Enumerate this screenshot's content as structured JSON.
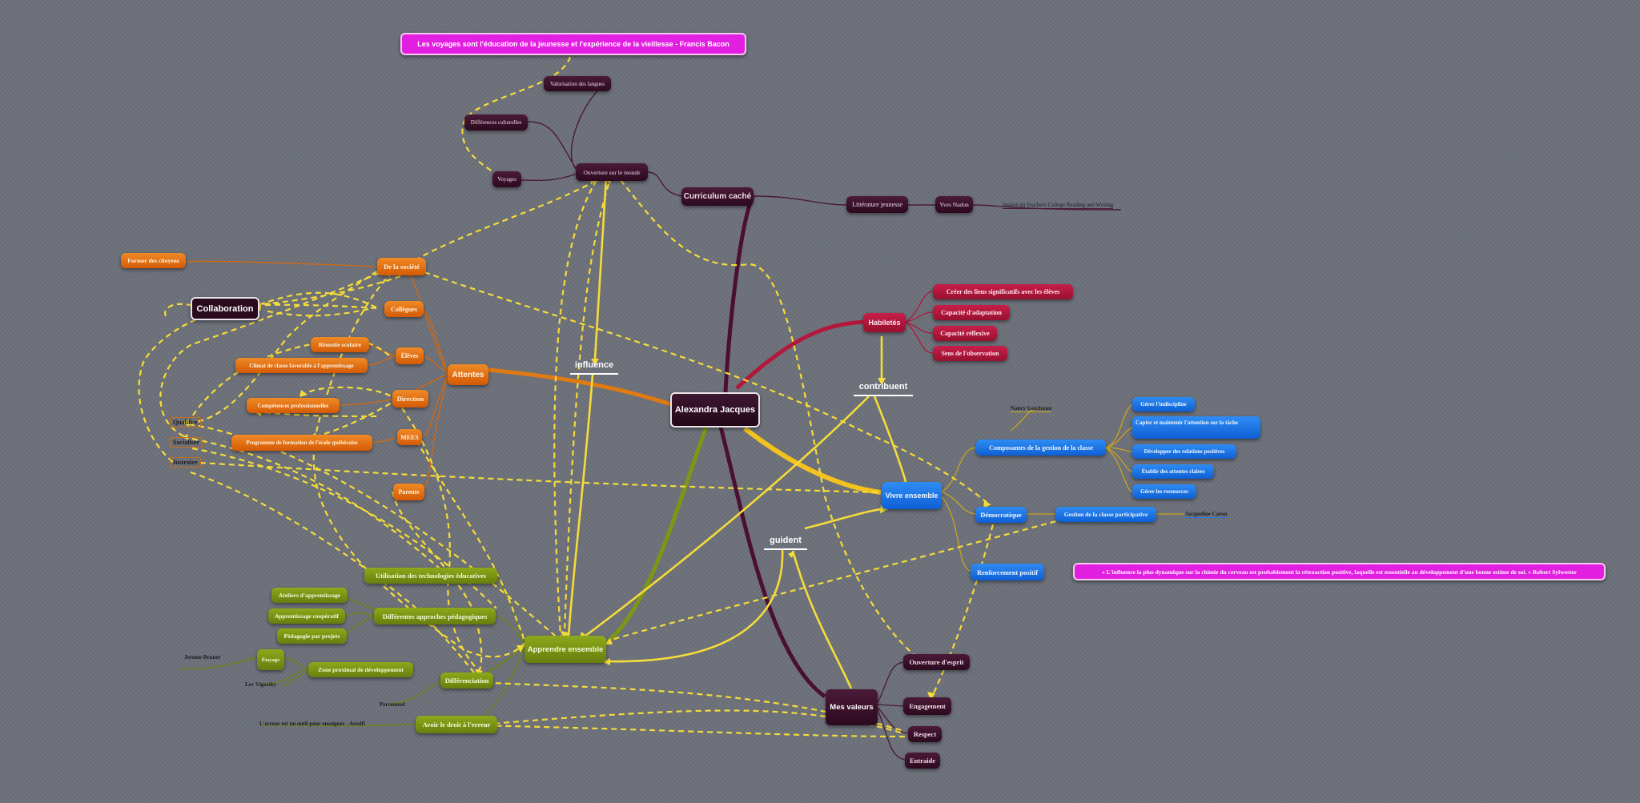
{
  "central": "Alexandra Jacques",
  "quote_top": "Les voyages sont l'éducation de la jeunesse et l'expérience de la vieillesse - Francis Bacon",
  "quote_right": "« L'influence la plus dynamique sur la chimie du cerveau est probablement la rétroaction positive, laquelle est essentielle au développement d'une bonne estime de soi. » Robert Sylwester",
  "collaboration": "Collaboration",
  "curriculum": {
    "title": "Curriculum caché",
    "ouverture": "Ouverture sur le monde",
    "valorisation": "Valorisation des langues",
    "differences": "Différences culturelles",
    "voyages": "Voyages",
    "litterature": "Littérature jeunesse",
    "yves": "Yves Nadon",
    "inspire": "Inspiré du Teachers College Reading and Writing"
  },
  "attentes": {
    "title": "Attentes",
    "societe": "De la société",
    "citoyens": "Former des citoyens",
    "collegues": "Collègues",
    "eleves": "Élèves",
    "reussite": "Réussite scolaire",
    "climat": "Climat de classe favorable à l'apprentissage",
    "direction": "Direction",
    "competences": "Compétences professionnelles",
    "mees": "MEES",
    "programme": "Programme de formation de l'école québécoise",
    "parents": "Parents",
    "qualifier": "Qualifier",
    "socialiser": "Socialiser",
    "instruire": "Instruire"
  },
  "habiletes": {
    "title": "Habiletés",
    "items": [
      "Créer des liens significatifs avec les élèves",
      "Capacité d'adaptation",
      "Capacité réflexive",
      "Sens de l'observation"
    ]
  },
  "vivre": {
    "title": "Vivre ensemble",
    "composantes": "Composantes de la gestion de la classe",
    "nancy": "Nancy Gaudreau",
    "items": [
      "Gérer l'indiscipline",
      "Capter et maintenir l'attention sur la tâche",
      "Développer des relations positives",
      "Établir des attentes claires",
      "Gérer les ressources"
    ],
    "democratique": "Démocratique",
    "gestion": "Gestion de la classe participative",
    "jacqueline": "Jacqueline Caron",
    "renforcement": "Renforcement positif"
  },
  "apprendre": {
    "title": "Apprendre ensemble",
    "technologies": "Utilisation des technologies éducatives",
    "approches": "Différentes approches pédagogiques",
    "ateliers": "Ateliers d'apprentissage",
    "cooperatif": "Apprentissage coopératif",
    "projets": "Pédagogie par projets",
    "differenciation": "Différenciation",
    "zone": "Zone proximal de développement",
    "etayage": "Étayage",
    "bruner": "Jerome Bruner",
    "vigostky": "Lev Vigostky",
    "perrenoud": "Perrenoud",
    "droit": "Avoir le droit à l'erreur",
    "erreur": "L'erreur est un outil pour enseigner - Astolfi"
  },
  "valeurs": {
    "title": "Mes valeurs",
    "items": [
      "Ouverture d'esprit",
      "Engagement",
      "Respect",
      "Entraide"
    ]
  },
  "links": {
    "influence": "influence",
    "contribuent": "contribuent",
    "guident": "guident"
  },
  "colors": {
    "plum": "#3a1129",
    "orange": "#e0720f",
    "green": "#7e9614",
    "blue": "#1f76e6",
    "red": "#b3173c",
    "magenta": "#e21ee0",
    "relation": "#f5dc3a"
  }
}
